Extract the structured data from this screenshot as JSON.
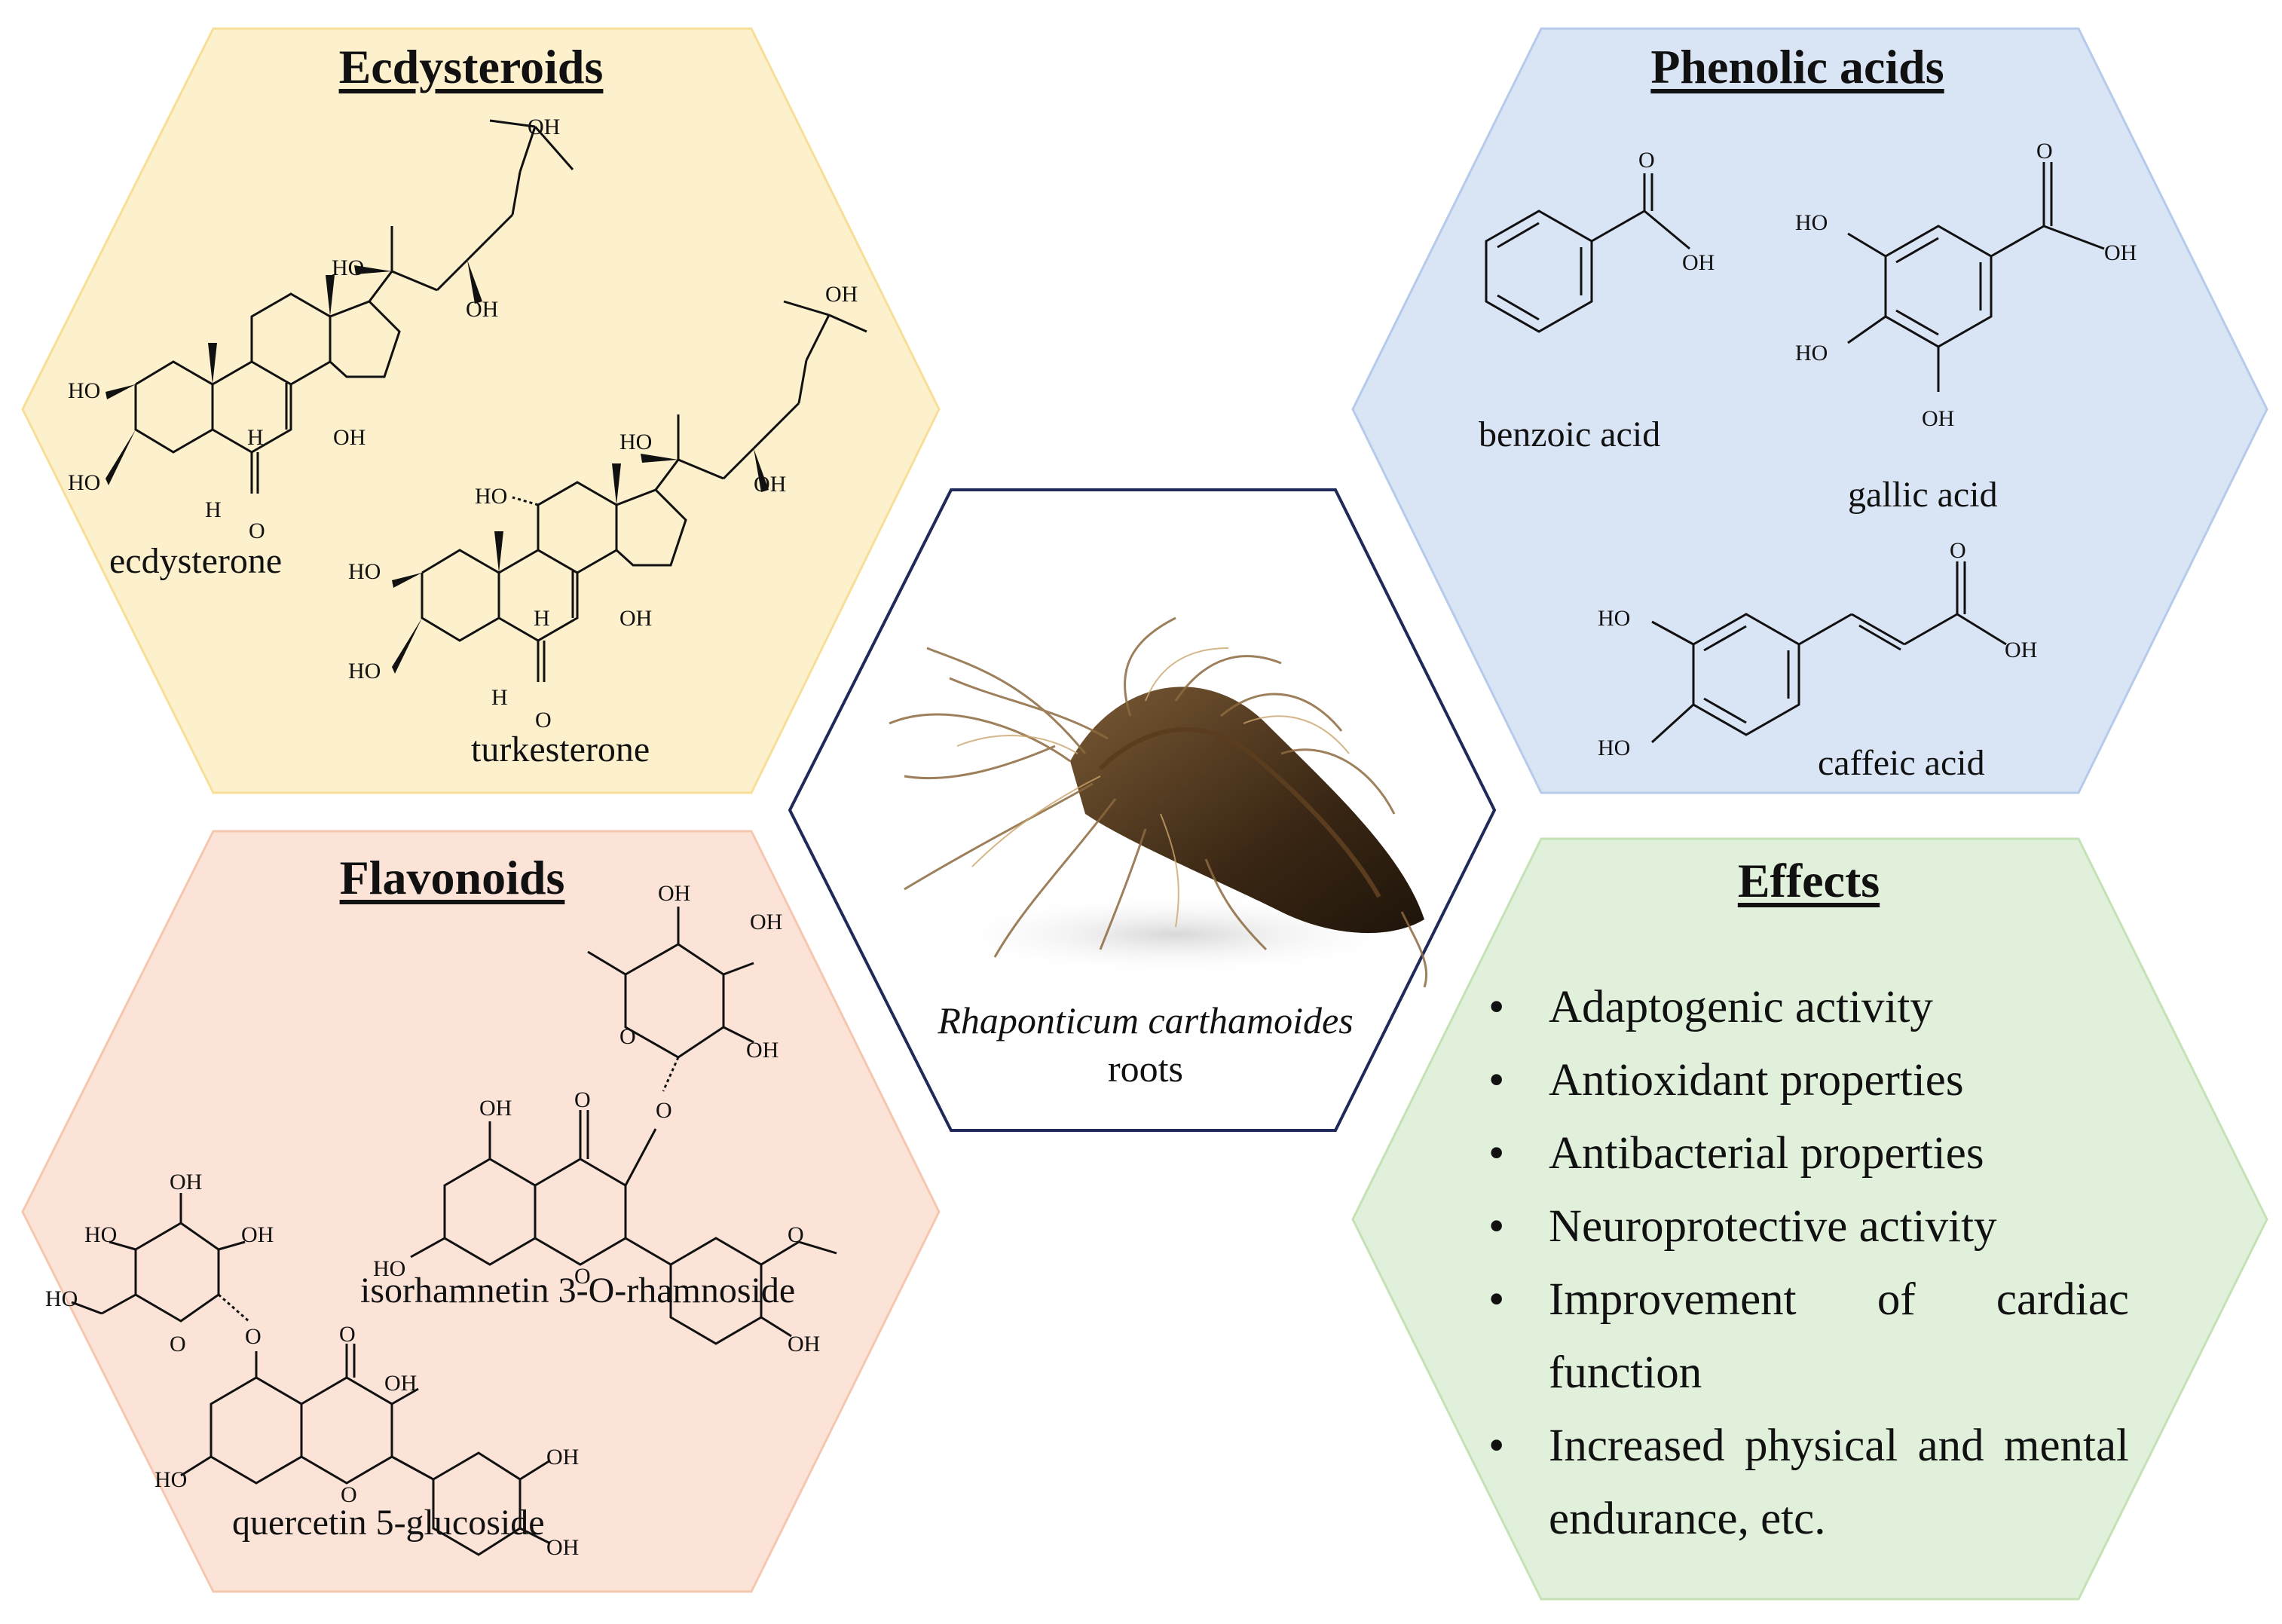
{
  "panels": {
    "ecdysteroids": {
      "heading": "Ecdysteroids",
      "color": "#fdf0cd",
      "border": "#f7df98",
      "compounds": [
        "ecdysterone",
        "turkesterone"
      ]
    },
    "phenolic": {
      "heading": "Phenolic acids",
      "color": "#d9e4f5",
      "border": "#b5cbe9",
      "compounds": [
        "benzoic acid",
        "gallic acid",
        "caffeic acid"
      ]
    },
    "flavonoids": {
      "heading": "Flavonoids",
      "color": "#fce3d7",
      "border": "#f6c7b0",
      "compounds": [
        "isorhamnetin 3-O-rhamnoside",
        "quercetin 5-glucoside"
      ]
    },
    "effects": {
      "heading": "Effects",
      "color": "#e1f0da",
      "border": "#c4e2b6",
      "bullet": "•",
      "items": [
        "Adaptogenic activity",
        "Antioxidant properties",
        "Antibacterial properties",
        "Neuroprotective activity",
        "Improvement of cardiac function",
        "Increased physical and mental endurance, etc."
      ]
    }
  },
  "center": {
    "species": "Rhaponticum carthamoides",
    "part": "roots",
    "border": "#1f2a5a"
  },
  "atoms": {
    "OH": "OH",
    "HO": "HO",
    "O": "O",
    "H": "H"
  }
}
